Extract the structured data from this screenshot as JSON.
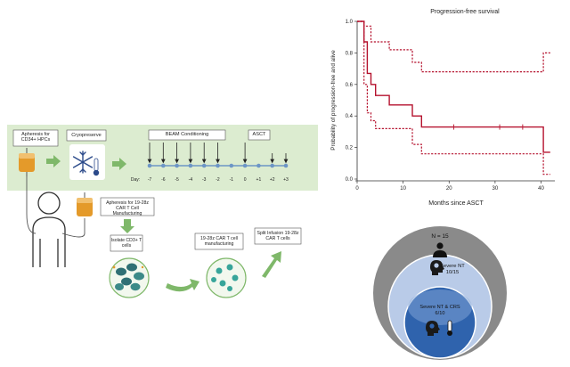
{
  "colors": {
    "band": "#dcecd0",
    "arrow": "#7fb86a",
    "timeline": "#6d96c6",
    "curve": "#b5122e",
    "circle_outer": "#8a8a8a",
    "circle_mid": "#b9cbe8",
    "circle_inner_a": "#7ea3d6",
    "circle_inner_b": "#2f63ad",
    "cell": "#2f8f8a",
    "bag": "#e49a2a"
  },
  "diagram": {
    "apheresis_hpc": "Apheresis for CD34+ HPCs",
    "cryopreserve": "Cryopreserve",
    "beam": "BEAM Conditioning",
    "asct": "ASCT",
    "apheresis_car": "Apheresis for 19-28z CAR T Cell Manufacturing",
    "isolate": "Isolate CD3+ T cells",
    "manufacturing": "19-28z CAR T cell manufacturing",
    "split": "Split Infusion 19-28z CAR T cells",
    "day_prefix": "Day:",
    "days": [
      "-7",
      "-6",
      "-5",
      "-4",
      "-3",
      "-2",
      "-1",
      "0",
      "+1",
      "+2",
      "+3"
    ],
    "icons": [
      "person-icon",
      "blood-bag-icon",
      "snowflake-thermometer-icon",
      "cells-dish-icon",
      "arrow-icon"
    ]
  },
  "chart_data": {
    "type": "line",
    "title": "Progression-free survival",
    "xlabel": "Months since ASCT",
    "ylabel": "Probability of progression-free and alive",
    "xlim": [
      0,
      43
    ],
    "ylim": [
      0,
      1
    ],
    "xticks": [
      0,
      10,
      20,
      30,
      40
    ],
    "yticks": [
      0.0,
      0.2,
      0.4,
      0.6,
      0.8,
      1.0
    ],
    "series": [
      {
        "style": "solid",
        "x": [
          0,
          1.5,
          1.5,
          2.2,
          2.2,
          3.0,
          3.0,
          4.0,
          4.0,
          7.0,
          7.0,
          12.0,
          12.0,
          14.0,
          14.0,
          40.5,
          40.5,
          42
        ],
        "y": [
          1.0,
          1.0,
          0.87,
          0.87,
          0.67,
          0.67,
          0.6,
          0.6,
          0.53,
          0.53,
          0.47,
          0.47,
          0.4,
          0.4,
          0.33,
          0.33,
          0.17,
          0.17
        ]
      },
      {
        "style": "dashed",
        "x": [
          0,
          1.5,
          1.5,
          3.0,
          3.0,
          7.0,
          7.0,
          12.0,
          12.0,
          14.0,
          14.0,
          40.5,
          40.5,
          42
        ],
        "y": [
          1.0,
          1.0,
          0.97,
          0.97,
          0.87,
          0.87,
          0.82,
          0.82,
          0.74,
          0.74,
          0.68,
          0.68,
          0.8,
          0.8
        ]
      },
      {
        "style": "dashed",
        "x": [
          0,
          1.5,
          1.5,
          2.2,
          2.2,
          3.0,
          3.0,
          4.0,
          4.0,
          12.0,
          12.0,
          14.0,
          14.0,
          40.5,
          40.5,
          42
        ],
        "y": [
          1.0,
          1.0,
          0.6,
          0.6,
          0.42,
          0.42,
          0.37,
          0.37,
          0.32,
          0.32,
          0.22,
          0.22,
          0.16,
          0.16,
          0.03,
          0.03
        ]
      }
    ],
    "censor_marks": [
      {
        "x": 21,
        "y": 0.33
      },
      {
        "x": 31,
        "y": 0.33
      },
      {
        "x": 36,
        "y": 0.33
      }
    ]
  },
  "venn": {
    "outer": "N = 15",
    "middle_1": "Severe NT",
    "middle_2": "10/15",
    "inner_1": "Severe NT & CRS",
    "inner_2": "6/10"
  }
}
